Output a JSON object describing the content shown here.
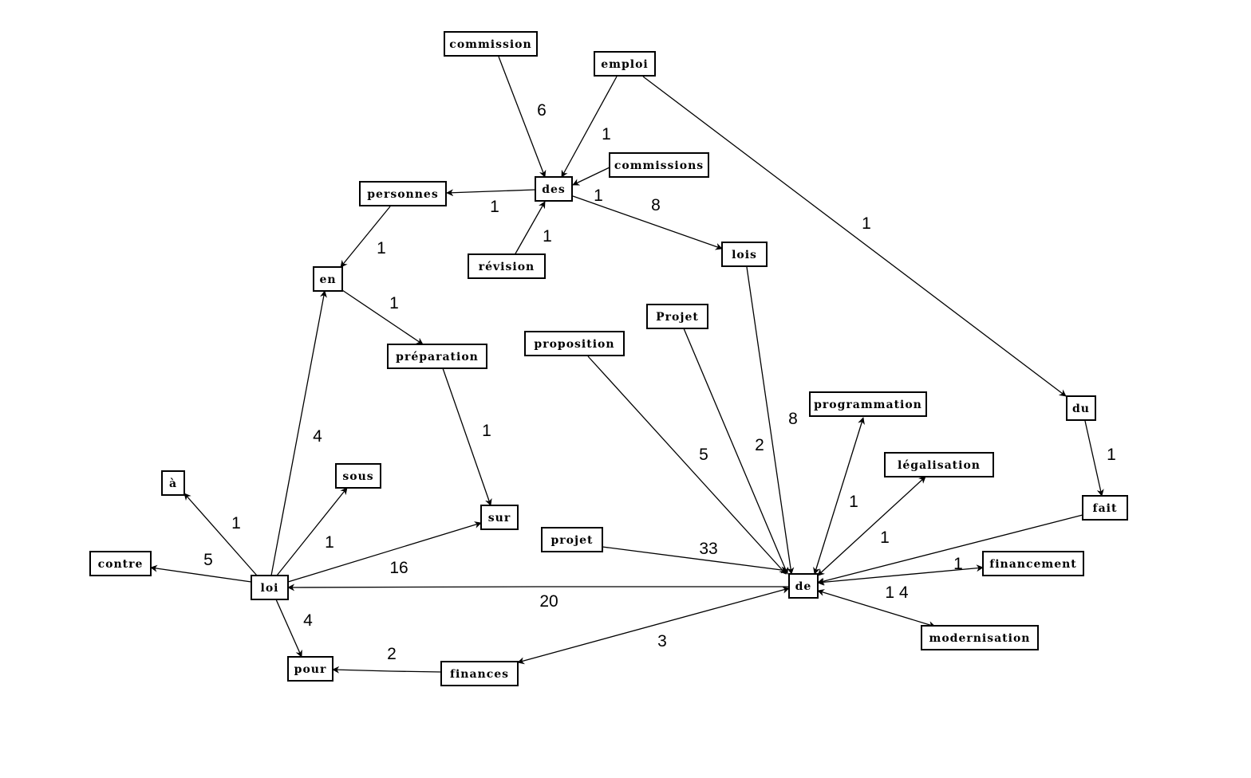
{
  "nodes": [
    {
      "id": "commission",
      "label": "commission"
    },
    {
      "id": "emploi",
      "label": "emploi"
    },
    {
      "id": "commissions",
      "label": "commissions"
    },
    {
      "id": "des",
      "label": "des"
    },
    {
      "id": "personnes",
      "label": "personnes"
    },
    {
      "id": "revision",
      "label": "révision"
    },
    {
      "id": "lois",
      "label": "lois"
    },
    {
      "id": "en",
      "label": "en"
    },
    {
      "id": "preparation",
      "label": "préparation"
    },
    {
      "id": "Projet",
      "label": "Projet"
    },
    {
      "id": "proposition",
      "label": "proposition"
    },
    {
      "id": "programmation",
      "label": "programmation"
    },
    {
      "id": "du",
      "label": "du"
    },
    {
      "id": "legalisation",
      "label": "légalisation"
    },
    {
      "id": "a",
      "label": "à"
    },
    {
      "id": "sous",
      "label": "sous"
    },
    {
      "id": "sur",
      "label": "sur"
    },
    {
      "id": "fait",
      "label": "fait"
    },
    {
      "id": "projet",
      "label": "projet"
    },
    {
      "id": "financement",
      "label": "financement"
    },
    {
      "id": "contre",
      "label": "contre"
    },
    {
      "id": "loi",
      "label": "loi"
    },
    {
      "id": "de",
      "label": "de"
    },
    {
      "id": "modernisation",
      "label": "modernisation"
    },
    {
      "id": "pour",
      "label": "pour"
    },
    {
      "id": "finances",
      "label": "finances"
    }
  ],
  "edges": [
    {
      "from": "commission",
      "to": "des",
      "label": "6"
    },
    {
      "from": "emploi",
      "to": "des",
      "label": "1"
    },
    {
      "from": "emploi",
      "to": "du",
      "label": "1"
    },
    {
      "from": "commissions",
      "to": "des",
      "label": ""
    },
    {
      "from": "des",
      "to": "personnes",
      "label": "1"
    },
    {
      "from": "des",
      "to": "lois",
      "label": "8"
    },
    {
      "from": "des",
      "to": "lois",
      "label": "1"
    },
    {
      "from": "revision",
      "to": "des",
      "label": "1"
    },
    {
      "from": "personnes",
      "to": "en",
      "label": "1"
    },
    {
      "from": "en",
      "to": "preparation",
      "label": "1"
    },
    {
      "from": "preparation",
      "to": "sur",
      "label": "1"
    },
    {
      "from": "lois",
      "to": "de",
      "label": "8"
    },
    {
      "from": "Projet",
      "to": "de",
      "label": "2"
    },
    {
      "from": "proposition",
      "to": "de",
      "label": "5"
    },
    {
      "from": "de",
      "to": "programmation",
      "label": "1"
    },
    {
      "from": "de",
      "to": "legalisation",
      "label": "1"
    },
    {
      "from": "du",
      "to": "fait",
      "label": "1"
    },
    {
      "from": "fait",
      "to": "de",
      "label": ""
    },
    {
      "from": "projet",
      "to": "de",
      "label": "33"
    },
    {
      "from": "de",
      "to": "financement",
      "label": "1"
    },
    {
      "from": "de",
      "to": "modernisation",
      "label": "1 4"
    },
    {
      "from": "loi",
      "to": "en",
      "label": "4"
    },
    {
      "from": "loi",
      "to": "a",
      "label": "1"
    },
    {
      "from": "loi",
      "to": "sous",
      "label": "1"
    },
    {
      "from": "loi",
      "to": "sur",
      "label": "16"
    },
    {
      "from": "loi",
      "to": "contre",
      "label": "5"
    },
    {
      "from": "loi",
      "to": "pour",
      "label": "4"
    },
    {
      "from": "de",
      "to": "loi",
      "label": "20"
    },
    {
      "from": "de",
      "to": "finances",
      "label": "3"
    },
    {
      "from": "finances",
      "to": "pour",
      "label": "2"
    }
  ]
}
